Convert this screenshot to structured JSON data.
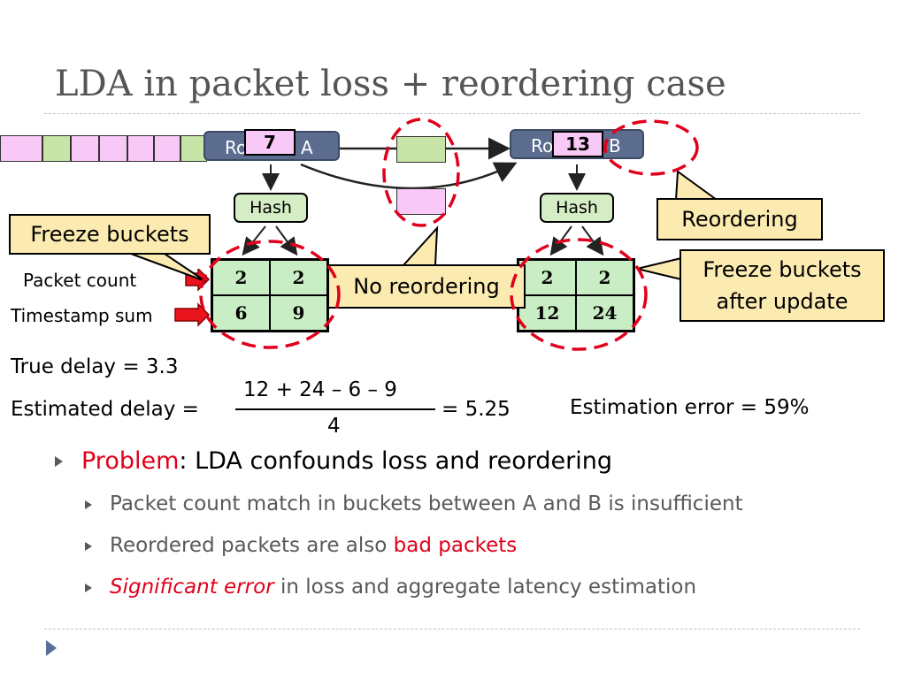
{
  "slide": {
    "title": "LDA in packet loss + reordering case"
  },
  "diagram": {
    "router_a": {
      "label_prefix": "Ro",
      "label_suffix": "A",
      "counter": "7"
    },
    "router_b": {
      "label_prefix": "Ro",
      "label_suffix": "B",
      "counter": "13"
    },
    "hash_label": "Hash",
    "row_labels": {
      "packet_count": "Packet count",
      "timestamp_sum": "Timestamp sum"
    },
    "buckets_a": {
      "count": [
        "2",
        "2"
      ],
      "sum": [
        "6",
        "9"
      ]
    },
    "buckets_b": {
      "count": [
        "2",
        "2"
      ],
      "sum": [
        "12",
        "24"
      ]
    },
    "callouts": {
      "freeze_a": "Freeze buckets",
      "no_reordering": "No reordering",
      "reordering": "Reordering",
      "freeze_b_line1": "Freeze buckets",
      "freeze_b_line2": "after update"
    },
    "colors": {
      "packet_pink": "#f8c8f6",
      "packet_green": "#c6e5a6",
      "router": "#5b6c8f",
      "callout": "#fcebb0",
      "loss_circle": "#e0001b",
      "bucket": "#c9edc4"
    }
  },
  "estimates": {
    "true_delay": "True delay = 3.3",
    "estimated_label": "Estimated delay =",
    "numerator": "12 + 24 – 6 – 9",
    "denominator": "4",
    "result": "= 5.25",
    "error": "Estimation error = 59%"
  },
  "bullets": {
    "main_highlight": "Problem",
    "main_text": ": LDA confounds loss and reordering",
    "sub1": "Packet count match in buckets between A and B is insufficient",
    "sub2_text": "Reordered packets are also ",
    "sub2_highlight": "bad packets",
    "sub3_highlight": "Significant error",
    "sub3_text": " in loss and aggregate latency estimation"
  }
}
